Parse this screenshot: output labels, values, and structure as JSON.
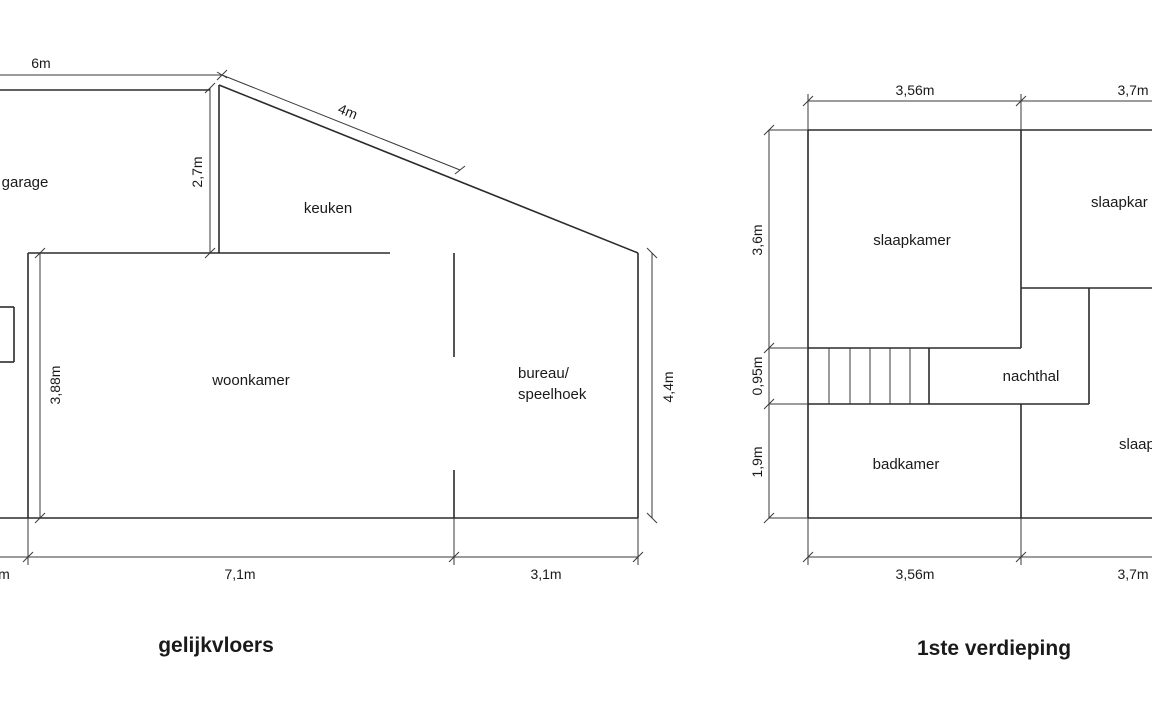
{
  "ground_floor": {
    "title": "gelijkvloers",
    "rooms": {
      "garage": "garage",
      "keuken": "keuken",
      "woonkamer": "woonkamer",
      "bureau_line1": "bureau/",
      "bureau_line2": "speelhoek"
    },
    "dimensions": {
      "top_width": "6m",
      "slope": "4m",
      "kitchen_height": "2,7m",
      "living_height": "3,88m",
      "right_height": "4,4m",
      "bottom_left_partial": "m",
      "bottom_living": "7,1m",
      "bottom_bureau": "3,1m"
    }
  },
  "first_floor": {
    "title": "1ste verdieping",
    "rooms": {
      "slaapkamer_left": "slaapkamer",
      "slaapkamer_right_top": "slaapkar",
      "nachthal": "nachthal",
      "badkamer": "badkamer",
      "slaapkamer_right_bottom": "slaap"
    },
    "dimensions": {
      "top_left": "3,56m",
      "top_right": "3,7m",
      "left_top": "3,6m",
      "left_middle": "0,95m",
      "left_bottom": "1,9m",
      "bottom_left": "3,56m",
      "bottom_right": "3,7m"
    }
  }
}
